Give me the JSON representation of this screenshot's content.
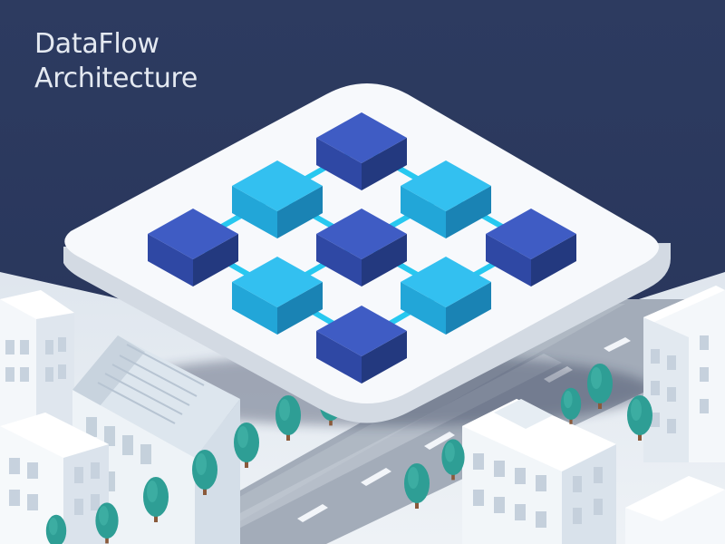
{
  "title": {
    "line1": "DataFlow",
    "line2": "Architecture"
  },
  "colors": {
    "background": "#2c3a5e",
    "title_text": "#e4e9f1",
    "platform_top": "#f6f8fb",
    "platform_side": "#d4dbe4",
    "node_dark": "#3550b0",
    "node_light": "#2bb3e6",
    "connector": "#27c8f0",
    "tree": "#2e9e95",
    "road": "#9aa4b2",
    "building": "#eaf0f5"
  },
  "diagram": {
    "nodes": [
      {
        "id": "n1",
        "tone": "dark"
      },
      {
        "id": "n2",
        "tone": "light"
      },
      {
        "id": "n3",
        "tone": "light"
      },
      {
        "id": "n4",
        "tone": "dark"
      },
      {
        "id": "n5",
        "tone": "dark"
      },
      {
        "id": "n6",
        "tone": "dark"
      },
      {
        "id": "n7",
        "tone": "light"
      },
      {
        "id": "n8",
        "tone": "light"
      },
      {
        "id": "n9",
        "tone": "dark"
      }
    ],
    "links": [
      [
        "n1",
        "n2"
      ],
      [
        "n1",
        "n3"
      ],
      [
        "n2",
        "n4"
      ],
      [
        "n2",
        "n5"
      ],
      [
        "n3",
        "n5"
      ],
      [
        "n3",
        "n6"
      ],
      [
        "n4",
        "n7"
      ],
      [
        "n5",
        "n7"
      ],
      [
        "n5",
        "n8"
      ],
      [
        "n6",
        "n8"
      ],
      [
        "n7",
        "n9"
      ],
      [
        "n8",
        "n9"
      ]
    ]
  }
}
